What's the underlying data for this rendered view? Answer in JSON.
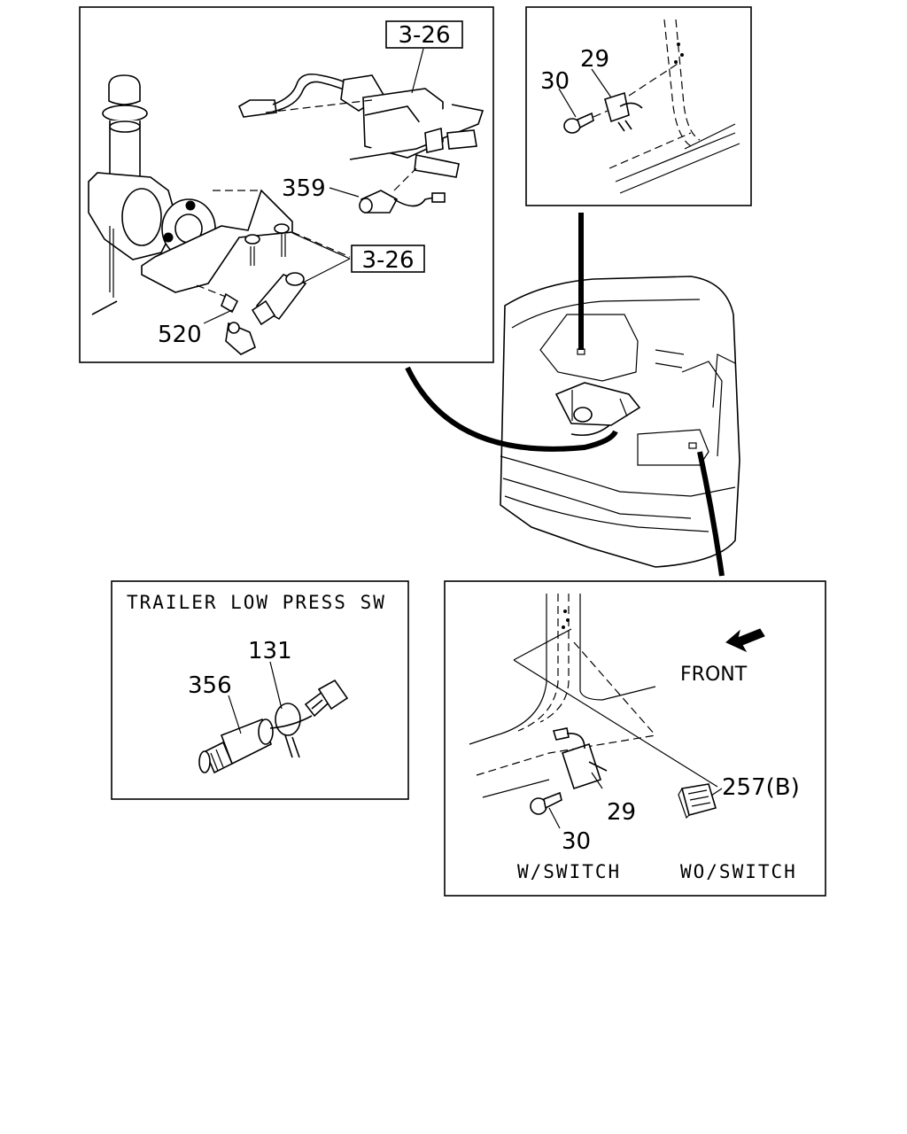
{
  "panels": {
    "top_left": {
      "refs": [
        "3-26",
        "359",
        "3-26",
        "520"
      ]
    },
    "top_right": {
      "refs": [
        "29",
        "30"
      ]
    },
    "bottom_left": {
      "title": "TRAILER LOW PRESS SW",
      "refs": [
        "131",
        "356"
      ]
    },
    "bottom_right": {
      "front_label": "FRONT",
      "refs": [
        "257(B)",
        "29",
        "30"
      ],
      "captions": [
        "W/SWITCH",
        "WO/SWITCH"
      ]
    }
  }
}
